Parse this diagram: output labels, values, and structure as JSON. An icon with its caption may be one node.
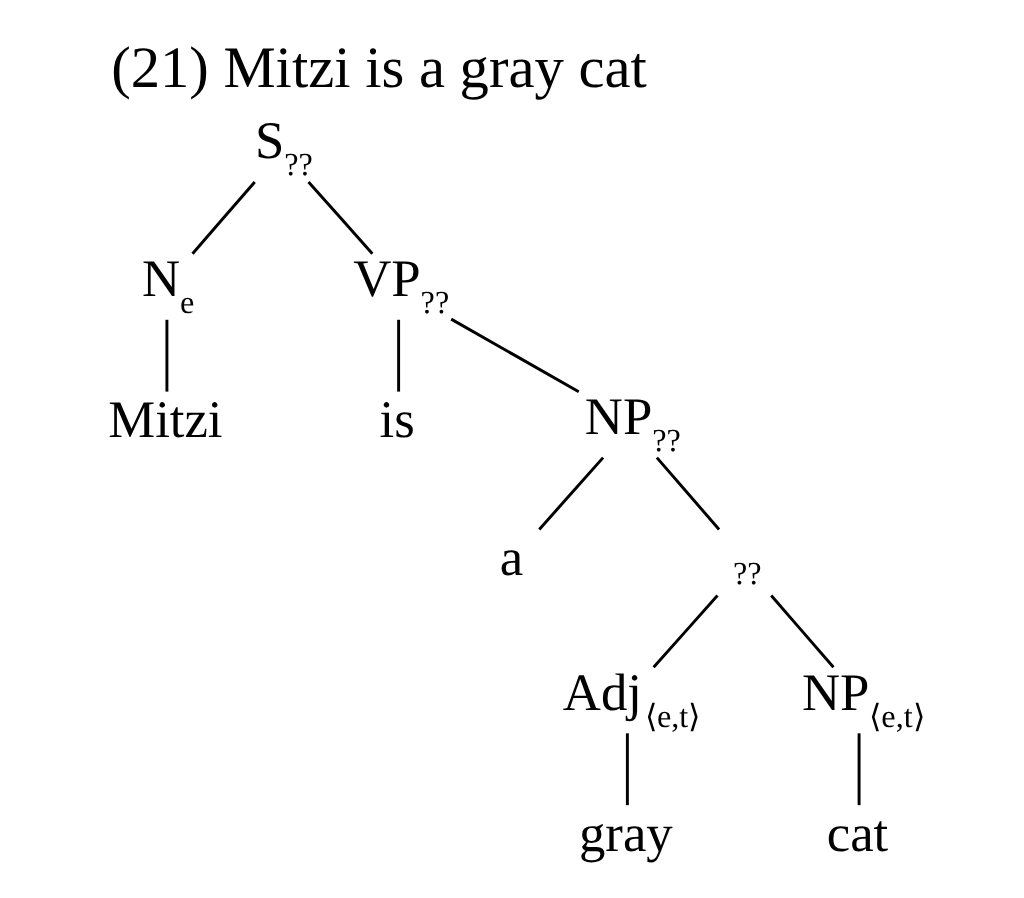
{
  "diagram": {
    "title": "(21) Mitzi is a gray cat",
    "nodes": [
      {
        "text": [
          "S$_{??}$"
        ]
      },
      {
        "text": [
          "N$_{e}$"
        ]
      },
      {
        "text": [
          "VP$_{??}$"
        ]
      },
      {
        "text": [
          "Mitzi"
        ]
      },
      {
        "text": [
          "is"
        ]
      },
      {
        "text": [
          "NP$_{??}$"
        ]
      },
      {
        "text": [
          "a"
        ]
      },
      {
        "text": [
          "$_{??}$"
        ]
      },
      {
        "text": [
          "Adj$_{⟨e,t⟩}$"
        ]
      },
      {
        "text": [
          "NP$_{⟨e,t⟩}$"
        ]
      },
      {
        "text": [
          "gray"
        ]
      },
      {
        "text": [
          "cat"
        ]
      }
    ],
    "edges": [
      {
        "from": 0,
        "to": 1,
        "arrow": "none"
      },
      {
        "from": 0,
        "to": 2,
        "arrow": "none"
      },
      {
        "from": 1,
        "to": 3,
        "arrow": "none"
      },
      {
        "from": 2,
        "to": 4,
        "arrow": "none"
      },
      {
        "from": 2,
        "to": 5,
        "arrow": "none"
      },
      {
        "from": 5,
        "to": 6,
        "arrow": "none"
      },
      {
        "from": 5,
        "to": 7,
        "arrow": "none"
      },
      {
        "from": 7,
        "to": 8,
        "arrow": "none"
      },
      {
        "from": 7,
        "to": 9,
        "arrow": "none"
      },
      {
        "from": 8,
        "to": 10,
        "arrow": "none"
      },
      {
        "from": 9,
        "to": 11,
        "arrow": "none"
      }
    ]
  }
}
